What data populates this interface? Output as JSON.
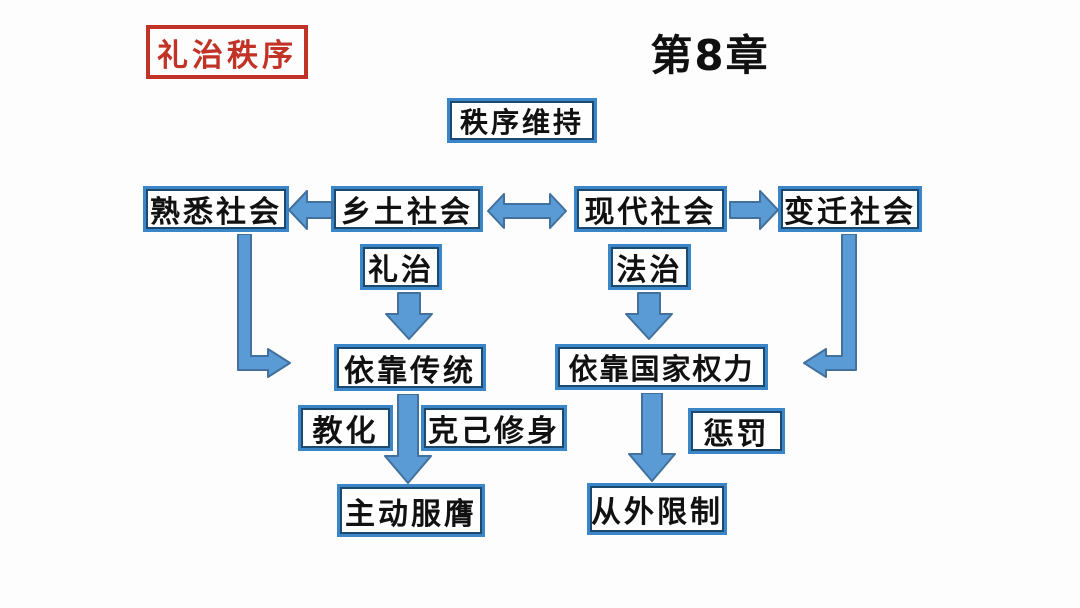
{
  "header": {
    "badge_label": "礼治秩序",
    "chapter_title": "第8章"
  },
  "colors": {
    "badge_red": "#c13327",
    "box_border_blue": "#3a86c8",
    "arrow_fill": "#5b9bd5",
    "arrow_outline": "#41719c",
    "text": "#111111",
    "background": "#fdfdfd"
  },
  "diagram": {
    "nodes": {
      "order": {
        "label": "秩序维持"
      },
      "familiar": {
        "label": "熟悉社会"
      },
      "rural": {
        "label": "乡土社会"
      },
      "modern": {
        "label": "现代社会"
      },
      "changing": {
        "label": "变迁社会"
      },
      "li": {
        "label": "礼治"
      },
      "fa": {
        "label": "法治"
      },
      "tradition": {
        "label": "依靠传统"
      },
      "state": {
        "label": "依靠国家权力"
      },
      "jiaohua": {
        "label": "教化"
      },
      "keji": {
        "label": "克己修身"
      },
      "chengfa": {
        "label": "惩罚"
      },
      "zhudong": {
        "label": "主动服膺"
      },
      "congwai": {
        "label": "从外限制"
      }
    },
    "edges": [
      {
        "from": "乡土社会",
        "to": "熟悉社会",
        "type": "arrow-left"
      },
      {
        "from": "乡土社会",
        "to": "现代社会",
        "type": "arrow-double-horizontal"
      },
      {
        "from": "现代社会",
        "to": "变迁社会",
        "type": "arrow-right"
      },
      {
        "from": "礼治",
        "to": "依靠传统",
        "type": "arrow-down"
      },
      {
        "from": "法治",
        "to": "依靠国家权力",
        "type": "arrow-down"
      },
      {
        "from": "熟悉社会",
        "to": "依靠传统",
        "type": "arrow-elbow-down-right"
      },
      {
        "from": "变迁社会",
        "to": "依靠国家权力",
        "type": "arrow-elbow-down-left"
      },
      {
        "from": "依靠传统",
        "to": "主动服膺",
        "type": "arrow-down"
      },
      {
        "from": "依靠国家权力",
        "to": "从外限制",
        "type": "arrow-down"
      }
    ]
  }
}
